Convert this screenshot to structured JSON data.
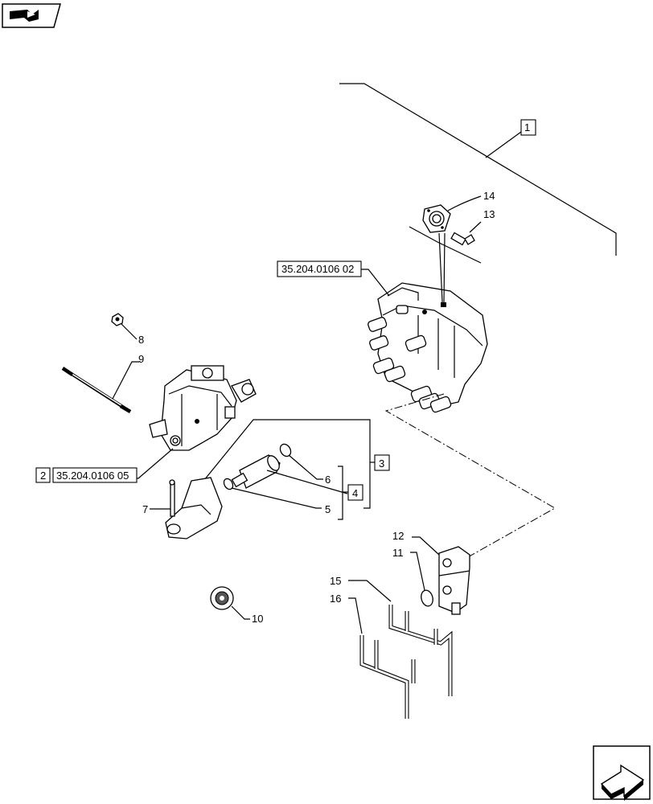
{
  "nav": {
    "back_icon": "book-arrow-icon",
    "next_icon": "forward-arrow-icon"
  },
  "callouts": {
    "c1": "1",
    "c2": "2",
    "c3": "3",
    "c4": "4",
    "c5": "5",
    "c6": "6",
    "c7": "7",
    "c8": "8",
    "c9": "9",
    "c10": "10",
    "c11": "11",
    "c12": "12",
    "c13": "13",
    "c14": "14",
    "c15": "15",
    "c16": "16"
  },
  "references": {
    "main_valve": "35.204.0106 02",
    "section_valve": "35.204.0106 05"
  }
}
